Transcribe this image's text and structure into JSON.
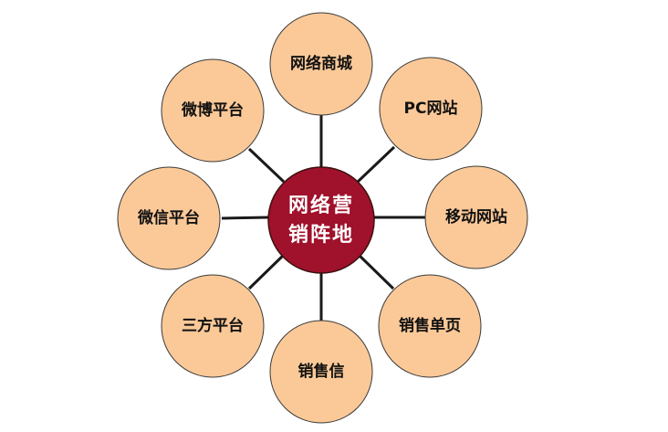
{
  "diagram": {
    "center": {
      "line1": "网络营",
      "line2": "销阵地"
    },
    "nodes": [
      {
        "id": "wangluo-shangcheng",
        "label": "网络商城"
      },
      {
        "id": "pc-wangzhan",
        "label": "PC网站"
      },
      {
        "id": "yidong-wangzhan",
        "label": "移动网站"
      },
      {
        "id": "xiaoshou-danye",
        "label": "销售单页"
      },
      {
        "id": "xiaoshou-xin",
        "label": "销售信"
      },
      {
        "id": "sanfang-pingtai",
        "label": "三方平台"
      },
      {
        "id": "weixin-pingtai",
        "label": "微信平台"
      },
      {
        "id": "weibo-pingtai",
        "label": "微博平台"
      }
    ]
  },
  "colors": {
    "node_fill": "#fbc998",
    "center_fill": "#a0112b",
    "center_text": "#ffffff",
    "node_text": "#111111",
    "connector": "#1a1a1a"
  }
}
